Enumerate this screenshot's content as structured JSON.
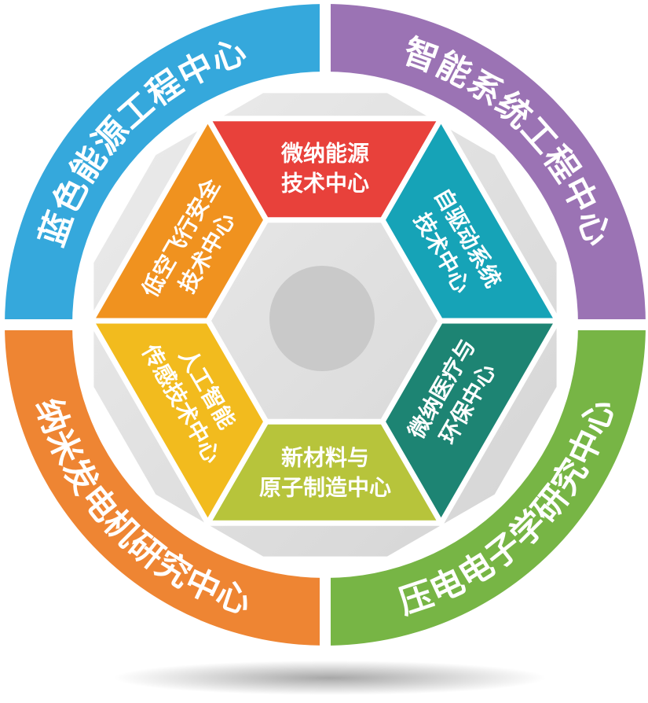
{
  "outer_ring": {
    "top_left": {
      "label": "蓝色能源工程中心",
      "color": "#35a8dc"
    },
    "top_right": {
      "label": "智能系统工程中心",
      "color": "#9b73b4"
    },
    "bottom_left": {
      "label": "纳米发电机研究中心",
      "color": "#ee8533"
    },
    "bottom_right": {
      "label": "压电电子学研究中心",
      "color": "#77b545"
    }
  },
  "inner_hexagon": {
    "top": {
      "lines": [
        "微纳能源",
        "技术中心"
      ],
      "color": "#e8413b"
    },
    "top_right": {
      "lines": [
        "自驱动系统",
        "技术中心"
      ],
      "color": "#16a3b7"
    },
    "bottom_right": {
      "lines": [
        "微纳医疗与",
        "环保中心"
      ],
      "color": "#1d8473"
    },
    "bottom": {
      "lines": [
        "新材料与",
        "原子制造中心"
      ],
      "color": "#b7c43b"
    },
    "bottom_left": {
      "lines": [
        "人工智能",
        "传感技术中心"
      ],
      "color": "#f2bb1e"
    },
    "top_left": {
      "lines": [
        "低空飞行安全",
        "技术中心"
      ],
      "color": "#f0921f"
    }
  },
  "background_polygon": {
    "color_light": "#ececec",
    "color_dark": "#d4d4d4"
  },
  "center_circle": {
    "color": "#c9c9c9"
  },
  "shadow": {
    "color": "#8a8a8a"
  }
}
